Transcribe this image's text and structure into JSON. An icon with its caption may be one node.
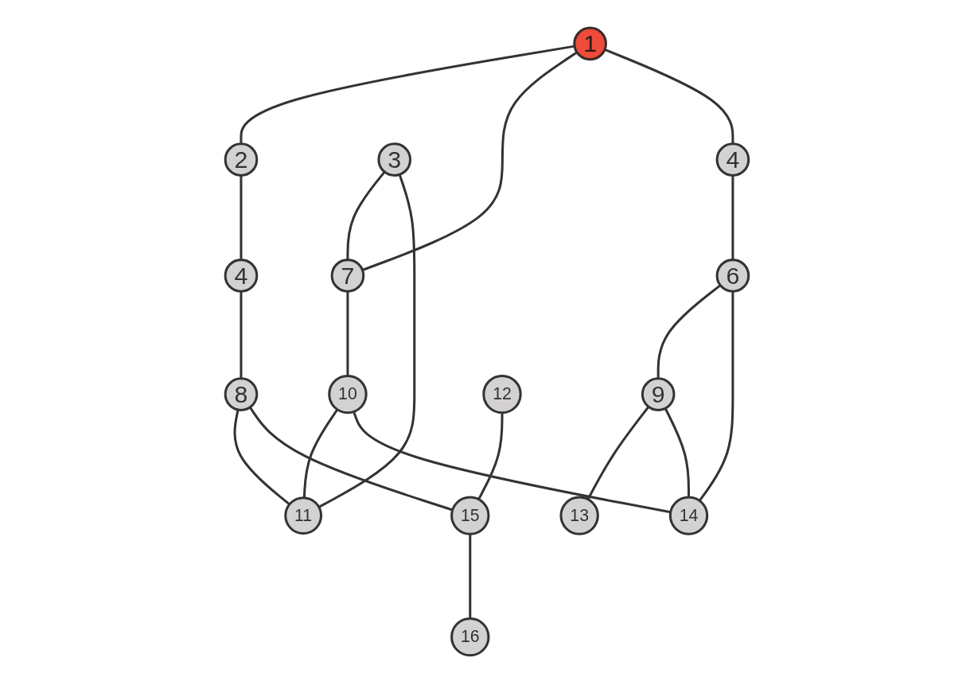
{
  "diagram": {
    "nodes": [
      {
        "text": [
          "1"
        ]
      },
      {
        "text": [
          "2"
        ]
      },
      {
        "text": [
          "3"
        ]
      },
      {
        "text": [
          "4"
        ]
      },
      {
        "text": [
          "4"
        ]
      },
      {
        "text": [
          "6"
        ]
      },
      {
        "text": [
          "7"
        ]
      },
      {
        "text": [
          "8"
        ]
      },
      {
        "text": [
          "9"
        ]
      },
      {
        "text": [
          "10"
        ]
      },
      {
        "text": [
          "11"
        ]
      },
      {
        "text": [
          "12"
        ]
      },
      {
        "text": [
          "13"
        ]
      },
      {
        "text": [
          "14"
        ]
      },
      {
        "text": [
          "15"
        ]
      },
      {
        "text": [
          "16"
        ]
      }
    ],
    "edges": [
      {
        "from": 0,
        "to": 1,
        "arrow": "none"
      },
      {
        "from": 1,
        "to": 3,
        "arrow": "none"
      },
      {
        "from": 0,
        "to": 6,
        "arrow": "none"
      },
      {
        "from": 0,
        "to": 4,
        "arrow": "none"
      },
      {
        "from": 2,
        "to": 6,
        "arrow": "none"
      },
      {
        "from": 2,
        "to": 10,
        "arrow": "none"
      },
      {
        "from": 3,
        "to": 7,
        "arrow": "none"
      },
      {
        "from": 4,
        "to": 5,
        "arrow": "none"
      },
      {
        "from": 5,
        "to": 8,
        "arrow": "none"
      },
      {
        "from": 5,
        "to": 13,
        "arrow": "none"
      },
      {
        "from": 6,
        "to": 9,
        "arrow": "none"
      },
      {
        "from": 9,
        "to": 10,
        "arrow": "none"
      },
      {
        "from": 7,
        "to": 10,
        "arrow": "none"
      },
      {
        "from": 7,
        "to": 14,
        "arrow": "none"
      },
      {
        "from": 8,
        "to": 12,
        "arrow": "none"
      },
      {
        "from": 8,
        "to": 13,
        "arrow": "none"
      },
      {
        "from": 9,
        "to": 13,
        "arrow": "none"
      },
      {
        "from": 11,
        "to": 14,
        "arrow": "none"
      },
      {
        "from": 14,
        "to": 15,
        "arrow": "none"
      }
    ]
  }
}
